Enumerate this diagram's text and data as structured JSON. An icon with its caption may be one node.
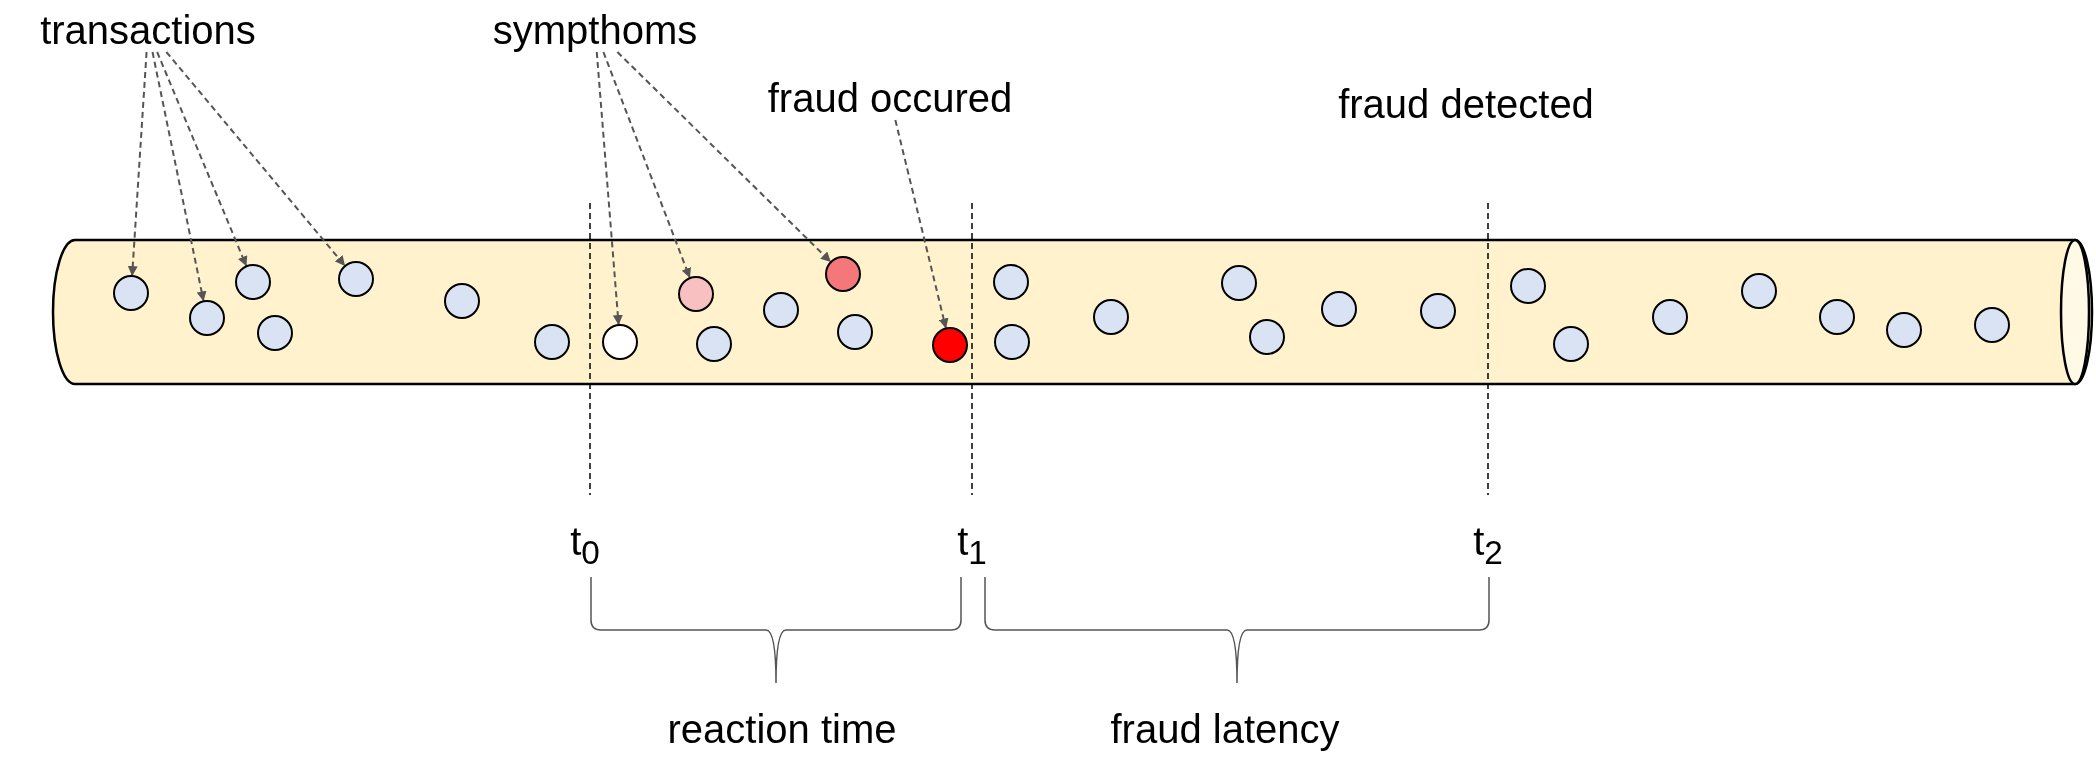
{
  "diagram": {
    "nodes": [
      {
        "text": [
          "transactions"
        ]
      },
      {
        "text": [
          "sympthoms"
        ]
      },
      {
        "text": [
          "fraud occured"
        ]
      },
      {
        "text": [],
        "shape": "circle"
      },
      {
        "text": [],
        "shape": "circle"
      },
      {
        "text": [],
        "shape": "circle"
      },
      {
        "text": [],
        "shape": "circle"
      },
      {
        "text": [],
        "shape": "circle"
      },
      {
        "text": [],
        "shape": "circle"
      },
      {
        "text": [],
        "shape": "circle"
      },
      {
        "text": [],
        "shape": "circle"
      },
      {
        "text": [],
        "shape": "circle"
      },
      {
        "text": [],
        "shape": "circle"
      },
      {
        "text": [],
        "shape": "circle"
      },
      {
        "text": [],
        "shape": "circle"
      },
      {
        "text": [],
        "shape": "circle"
      },
      {
        "text": [],
        "shape": "circle"
      },
      {
        "text": [],
        "shape": "circle"
      },
      {
        "text": [],
        "shape": "circle"
      },
      {
        "text": [],
        "shape": "circle"
      },
      {
        "text": [],
        "shape": "circle"
      },
      {
        "text": [],
        "shape": "circle"
      },
      {
        "text": [],
        "shape": "circle"
      },
      {
        "text": [],
        "shape": "circle"
      },
      {
        "text": [],
        "shape": "circle"
      },
      {
        "text": [],
        "shape": "circle"
      },
      {
        "text": [],
        "shape": "circle"
      },
      {
        "text": [],
        "shape": "circle"
      },
      {
        "text": [],
        "shape": "circle"
      },
      {
        "text": [],
        "shape": "circle"
      },
      {
        "text": [],
        "shape": "circle"
      }
    ],
    "edges": [
      {
        "from": 0,
        "to": 3,
        "arrow": "to",
        "style": "dashed"
      },
      {
        "from": 0,
        "to": 4,
        "arrow": "to",
        "style": "dashed"
      },
      {
        "from": 0,
        "to": 5,
        "arrow": "to",
        "style": "dashed"
      },
      {
        "from": 0,
        "to": 7,
        "arrow": "to",
        "style": "dashed"
      },
      {
        "from": 1,
        "to": 10,
        "arrow": "to",
        "style": "dashed"
      },
      {
        "from": 1,
        "to": 11,
        "arrow": "to",
        "style": "dashed"
      },
      {
        "from": 1,
        "to": 14,
        "arrow": "to",
        "style": "dashed"
      },
      {
        "from": 2,
        "to": 16,
        "arrow": "to",
        "style": "dashed"
      }
    ],
    "labels": [
      "fraud detected",
      "t$_{0}$",
      "t$_{1}$",
      "t$_{2}$",
      "reaction time",
      "fraud latency"
    ]
  }
}
